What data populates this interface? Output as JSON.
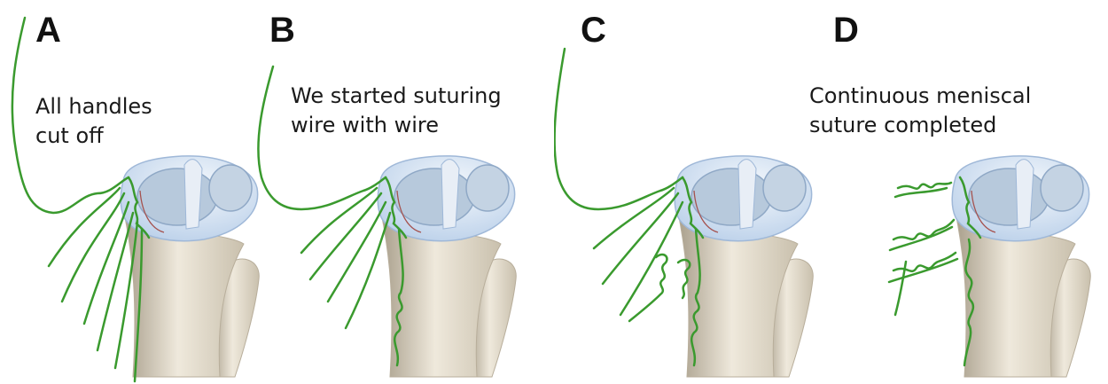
{
  "panels": [
    {
      "letter": "A",
      "caption": [
        "All handles",
        "cut off"
      ]
    },
    {
      "letter": "B",
      "caption": [
        "We started suturing",
        "wire with wire"
      ]
    },
    {
      "letter": "C",
      "caption": []
    },
    {
      "letter": "D",
      "caption": [
        "Continuous meniscal",
        "suture completed"
      ]
    }
  ],
  "colors": {
    "suture": "#3a9a2e",
    "meniscus": "#cfe0f3",
    "meniscus_edge": "#9fb8d8",
    "bone": "#e6e0d2",
    "bone_shadow": "#bdb4a2",
    "inner_rim": "#a5524f"
  }
}
